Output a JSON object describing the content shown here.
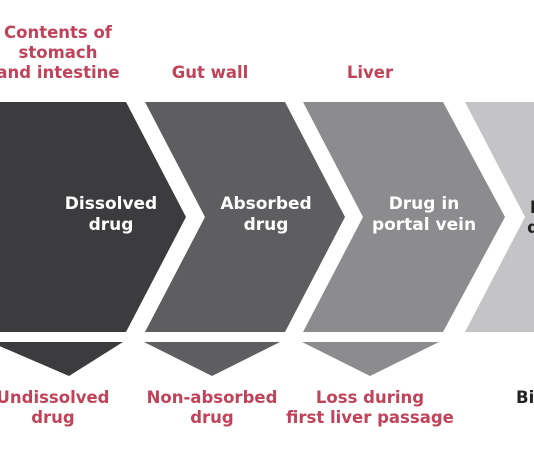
{
  "colors": {
    "accent_text": "#c0435a",
    "chevron_1": "#3c3c3e",
    "chevron_2": "#5e5e60",
    "chevron_3": "#8c8c8e",
    "chevron_4": "#c4c4c6",
    "arrow_1": "#3c3c3e",
    "arrow_2": "#5e5e60",
    "arrow_3": "#8c8c8e"
  },
  "stages": [
    {
      "location": [
        "Contents of",
        "stomach",
        "and intestine"
      ],
      "state": [
        "Dissolved",
        "drug"
      ],
      "loss": [
        "Undissolved",
        "drug"
      ]
    },
    {
      "location": [
        "Gut wall"
      ],
      "state": [
        "Absorbed",
        "drug"
      ],
      "loss": [
        "Non-absorbed",
        "drug"
      ]
    },
    {
      "location": [
        "Liver"
      ],
      "state": [
        "Drug in",
        "portal vein"
      ],
      "loss": [
        "Loss during",
        "first liver passage"
      ]
    }
  ],
  "partial": {
    "state_fragment": [
      "I",
      "d"
    ],
    "loss_fragment": "Bi"
  }
}
